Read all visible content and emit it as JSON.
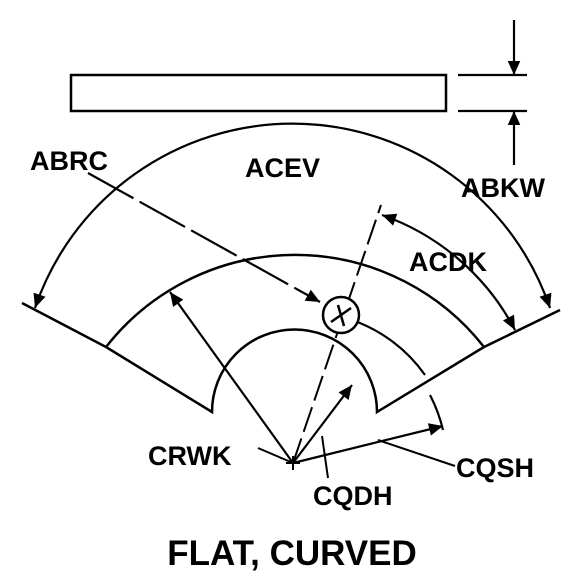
{
  "caption": "FLAT, CURVED",
  "labels": {
    "abrc": "ABRC",
    "acev": "ACEV",
    "abkw": "ABKW",
    "acdk": "ACDK",
    "crwk": "CRWK",
    "cqdh": "CQDH",
    "cqsh": "CQSH"
  },
  "colors": {
    "ink": "#000000",
    "background": "#ffffff"
  }
}
